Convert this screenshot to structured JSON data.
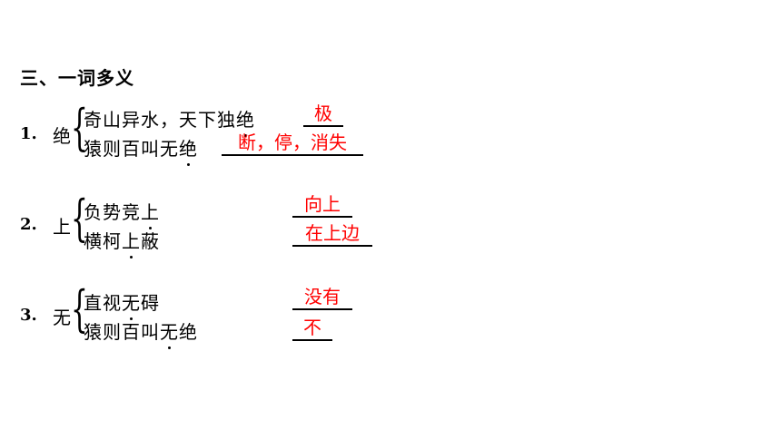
{
  "title": "三、一词多义",
  "items": [
    {
      "number": "1.",
      "word": "绝",
      "senses": [
        {
          "sentence_pre": "奇山异水，天下独",
          "sentence_key": "绝",
          "sentence_post": "",
          "answer": "极"
        },
        {
          "sentence_pre": "猿则百叫无",
          "sentence_key": "绝",
          "sentence_post": "",
          "answer": "断，停，消失"
        }
      ]
    },
    {
      "number": "2.",
      "word": "上",
      "senses": [
        {
          "sentence_pre": "负势竞",
          "sentence_key": "上",
          "sentence_post": "",
          "answer": "向上"
        },
        {
          "sentence_pre": "横柯",
          "sentence_key": "上",
          "sentence_post": "蔽",
          "answer": "在上边"
        }
      ]
    },
    {
      "number": "3.",
      "word": "无",
      "senses": [
        {
          "sentence_pre": "直视",
          "sentence_key": "无",
          "sentence_post": "碍",
          "answer": "没有"
        },
        {
          "sentence_pre": "猿则百叫",
          "sentence_key": "无",
          "sentence_post": "绝",
          "answer": "不"
        }
      ]
    }
  ]
}
